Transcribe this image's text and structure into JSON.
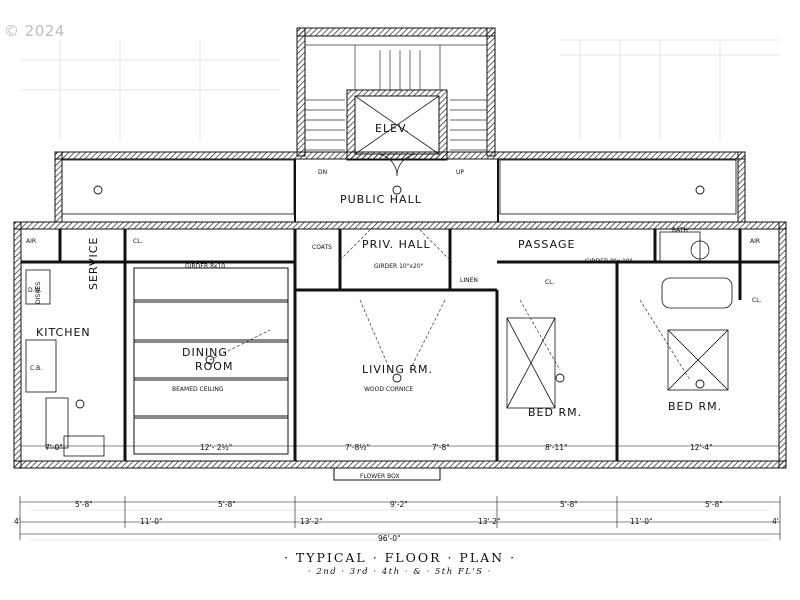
{
  "watermark": "© 2024",
  "title": "· TYPICAL · FLOOR · PLAN ·",
  "subtitle": "· 2nd · 3rd · 4th · & · 5th FL'S ·",
  "rooms": {
    "public_hall": "PUBLIC HALL",
    "elev": "ELEV.",
    "kitchen": "KITCHEN",
    "dining": "DINING",
    "dining2": "ROOM",
    "living": "LIVING RM.",
    "bed1": "BED RM.",
    "bed2": "BED RM.",
    "priv_hall": "PRIV. HALL",
    "passage": "PASSAGE",
    "service": "SERVICE",
    "bath": "BATH",
    "coats": "COATS",
    "linen": "LINEN",
    "flower_box": "FLOWER BOX"
  },
  "notes": {
    "dn": "DN",
    "up": "UP",
    "air_left": "AIR",
    "air_right": "AIR",
    "cl1": "CL.",
    "cl2": "CL.",
    "cl3": "CL.",
    "girder1": "GIRDER 8x10",
    "girder2": "GIRDER 10\"x20\"",
    "girder3": "GIRDER 8\"x 10\"",
    "beamed": "BEAMED CEILING",
    "cornice": "WOOD CORNICE",
    "dishes": "DISHES",
    "dw": "D.W.",
    "cb": "C.B."
  },
  "dims": {
    "d1": "7'-0\"",
    "d2": "12'- 2½\"",
    "d3": "7'-8½\"",
    "d4": "7'-8\"",
    "d5": "8'-11\"",
    "d6": "12'-4\"",
    "r1_1": "5'-8\"",
    "r1_2": "5'-8\"",
    "r1_3": "9'-2\"",
    "r1_4": "5'-8\"",
    "r1_5": "5'-8\"",
    "r2_1": "4'",
    "r2_2": "11'-0\"",
    "r2_3": "13'-2\"",
    "r2_4": "13'-2\"",
    "r2_5": "11'-0\"",
    "r2_6": "4'",
    "total": "96'-0\""
  }
}
